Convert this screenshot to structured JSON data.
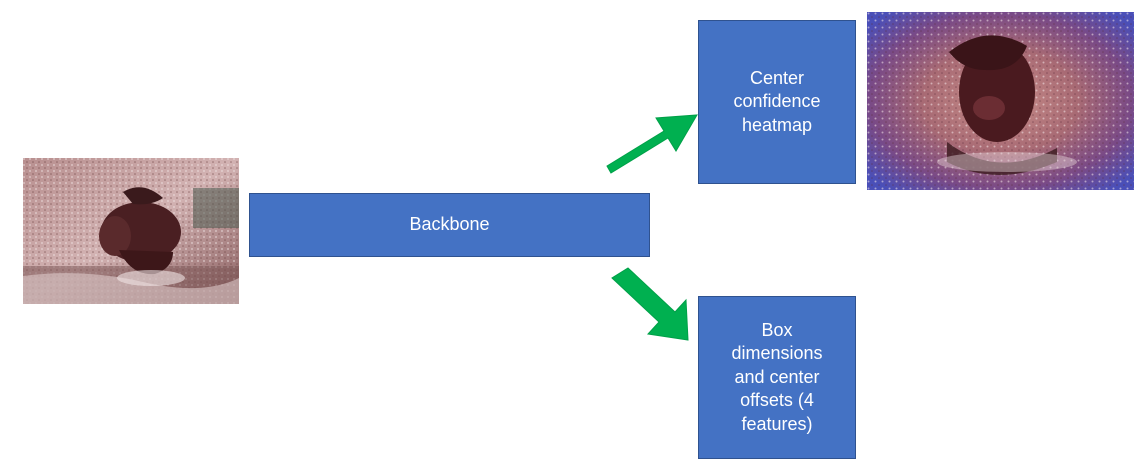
{
  "nodes": {
    "backbone": "Backbone",
    "heatmap_head": "Center\nconfidence\nheatmap",
    "box_head": "Box\ndimensions\nand center\noffsets (4\nfeatures)"
  },
  "images": {
    "input": "input-photo-person-in-water",
    "output": "center-heatmap-overlay"
  },
  "colors": {
    "box_fill": "#4472c4",
    "box_border": "#2f528f",
    "arrow": "#00b050"
  }
}
